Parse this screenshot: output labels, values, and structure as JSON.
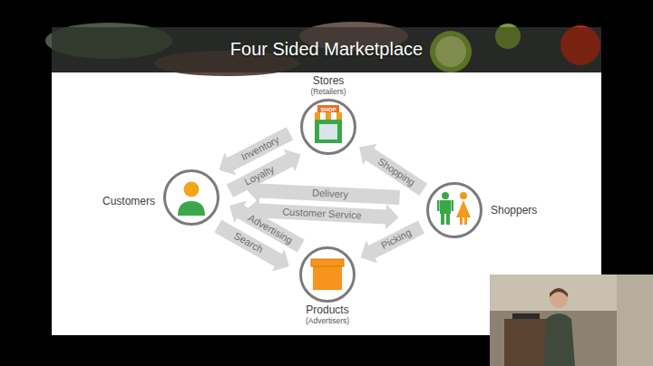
{
  "diagram": {
    "title": "Four Sided Marketplace",
    "nodes": [
      {
        "text": [
          "Stores",
          "(Retailers)"
        ]
      },
      {
        "text": [
          "Customers"
        ]
      },
      {
        "text": [
          "Shoppers"
        ]
      },
      {
        "text": [
          "Products",
          "(Advertisers)"
        ]
      }
    ],
    "edges": [
      {
        "from": 0,
        "to": 1,
        "arrow": "to",
        "label": "Inventory"
      },
      {
        "from": 1,
        "to": 0,
        "arrow": "to",
        "label": "Loyalty"
      },
      {
        "from": 2,
        "to": 0,
        "arrow": "to",
        "label": "Shopping"
      },
      {
        "from": 2,
        "to": 1,
        "arrow": "to",
        "label": "Delivery"
      },
      {
        "from": 1,
        "to": 2,
        "arrow": "both",
        "label": "Customer Service"
      },
      {
        "from": 3,
        "to": 1,
        "arrow": "to",
        "label": "Advertising"
      },
      {
        "from": 1,
        "to": 3,
        "arrow": "to",
        "label": "Search"
      },
      {
        "from": 2,
        "to": 3,
        "arrow": "to",
        "label": "Picking"
      }
    ],
    "labels": [
      "SHOP"
    ]
  }
}
